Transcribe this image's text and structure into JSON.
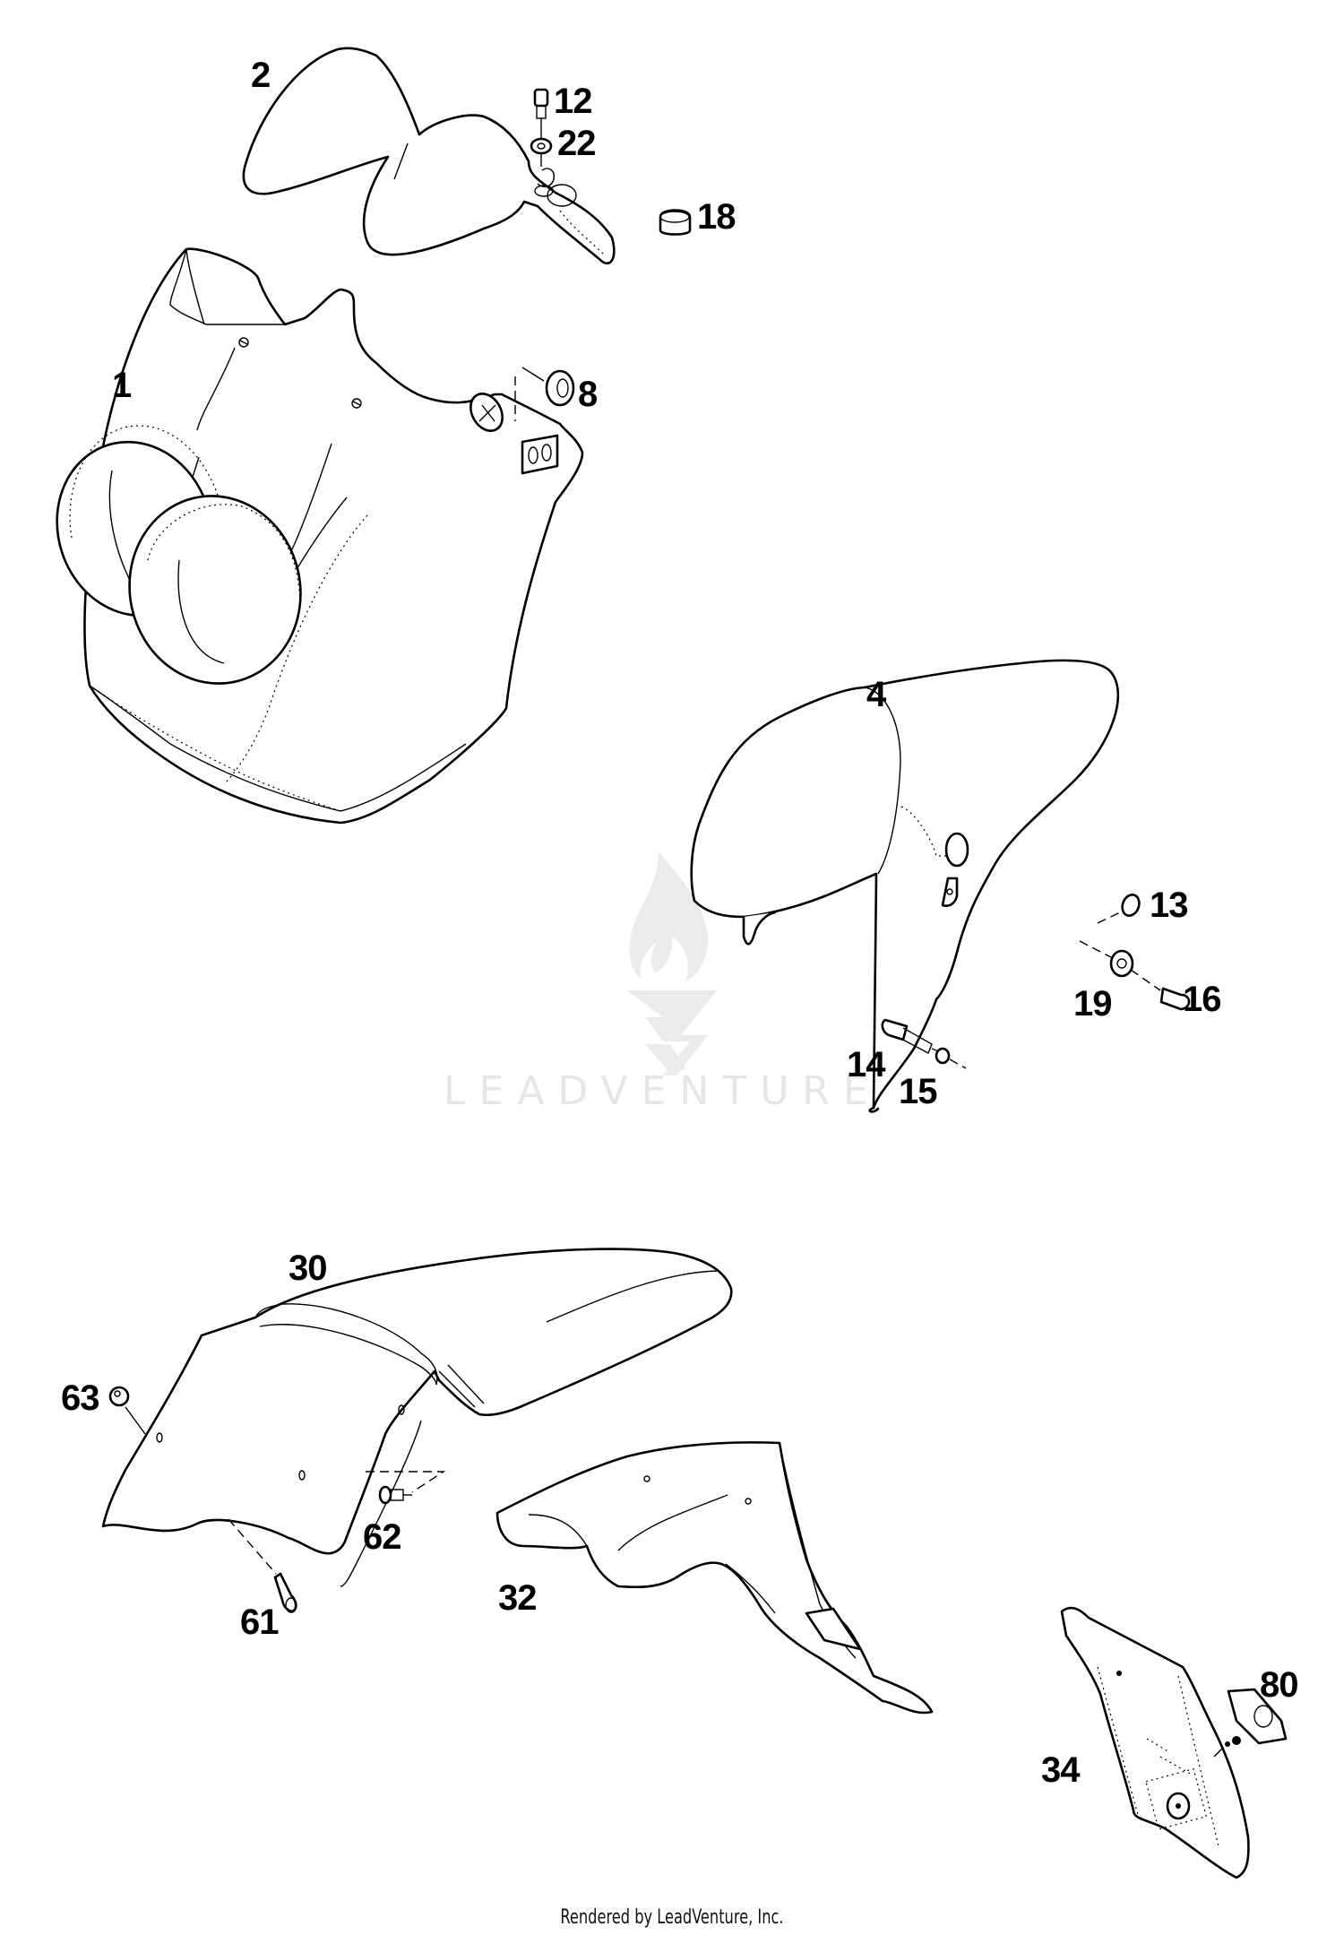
{
  "diagram": {
    "type": "exploded-parts-diagram",
    "watermark": "LEADVENTURE",
    "footer": "Rendered by LeadVenture, Inc.",
    "callouts": [
      {
        "id": "1",
        "label": "1",
        "part": "headlight-mask"
      },
      {
        "id": "2",
        "label": "2",
        "part": "windshield"
      },
      {
        "id": "4",
        "label": "4",
        "part": "front-fender"
      },
      {
        "id": "8",
        "label": "8",
        "part": "grommet"
      },
      {
        "id": "12",
        "label": "12",
        "part": "screw"
      },
      {
        "id": "13",
        "label": "13",
        "part": "washer"
      },
      {
        "id": "14",
        "label": "14",
        "part": "screw"
      },
      {
        "id": "15",
        "label": "15",
        "part": "washer"
      },
      {
        "id": "16",
        "label": "16",
        "part": "screw"
      },
      {
        "id": "18",
        "label": "18",
        "part": "cap"
      },
      {
        "id": "19",
        "label": "19",
        "part": "washer"
      },
      {
        "id": "22",
        "label": "22",
        "part": "washer"
      },
      {
        "id": "30",
        "label": "30",
        "part": "rear-fender"
      },
      {
        "id": "32",
        "label": "32",
        "part": "side-panel"
      },
      {
        "id": "34",
        "label": "34",
        "part": "license-plate-holder"
      },
      {
        "id": "61",
        "label": "61",
        "part": "screw"
      },
      {
        "id": "62",
        "label": "62",
        "part": "screw"
      },
      {
        "id": "63",
        "label": "63",
        "part": "nut"
      },
      {
        "id": "80",
        "label": "80",
        "part": "reflector"
      }
    ],
    "colors": {
      "line": "#000000",
      "background": "#ffffff",
      "watermark": "#e6e6e6"
    }
  }
}
